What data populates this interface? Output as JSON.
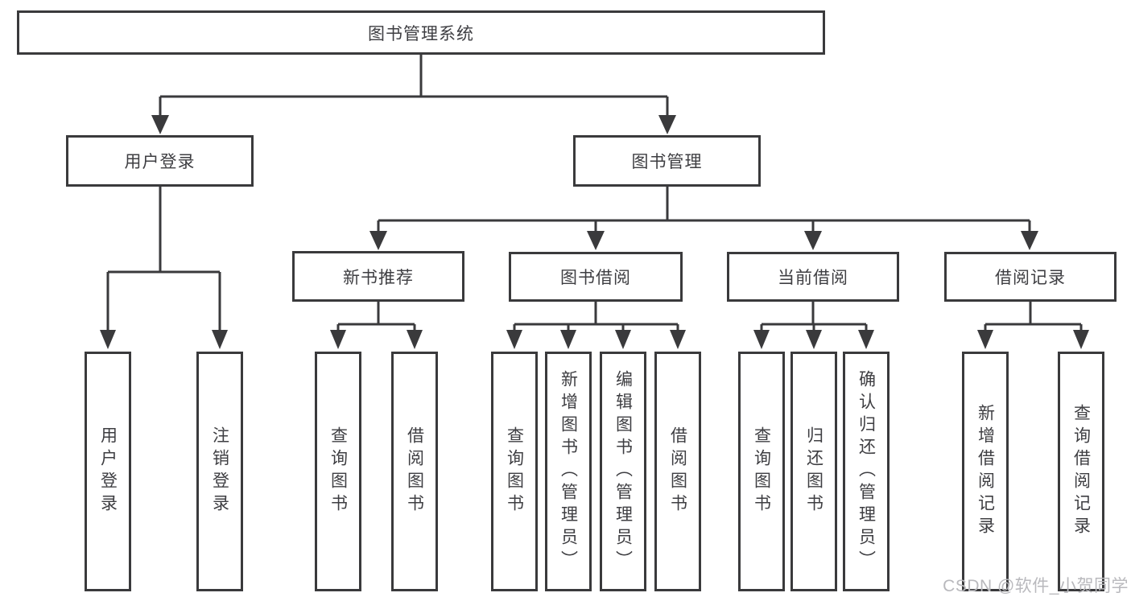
{
  "nodes": {
    "root": {
      "label": "图书管理系统"
    },
    "l2": [
      {
        "label": "用户登录"
      },
      {
        "label": "图书管理"
      }
    ],
    "l3": [
      {
        "label": "新书推荐"
      },
      {
        "label": "图书借阅"
      },
      {
        "label": "当前借阅"
      },
      {
        "label": "借阅记录"
      }
    ],
    "l4": [
      {
        "label": "用户登录"
      },
      {
        "label": "注销登录"
      },
      {
        "label": "查询图书"
      },
      {
        "label": "借阅图书"
      },
      {
        "label": "查询图书"
      },
      {
        "label": "新增图书（管理员）"
      },
      {
        "label": "编辑图书（管理员）"
      },
      {
        "label": "借阅图书"
      },
      {
        "label": "查询图书"
      },
      {
        "label": "归还图书"
      },
      {
        "label": "确认归还（管理员）"
      },
      {
        "label": "新增借阅记录"
      },
      {
        "label": "查询借阅记录"
      }
    ]
  },
  "watermark": {
    "text": "CSDN @软件_小贺同学"
  },
  "colors": {
    "line": "#3a3a3c",
    "text": "#3e3e42",
    "background": "#ffffff",
    "watermark": "#b9b9bd"
  }
}
